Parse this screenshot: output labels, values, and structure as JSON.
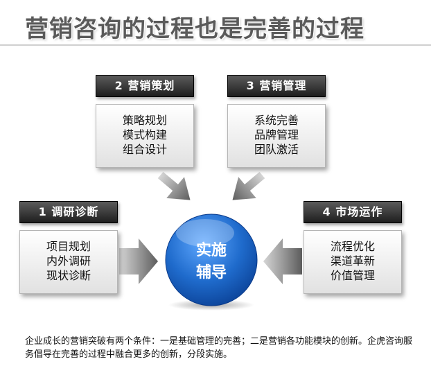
{
  "title": "营销咨询的过程也是完善的过程",
  "center": {
    "line1": "实施",
    "line2": "辅导"
  },
  "boxes": [
    {
      "header": "1 调研诊断",
      "items": [
        "项目规划",
        "内外调研",
        "现状诊断"
      ]
    },
    {
      "header": "2 营销策划",
      "items": [
        "策略规划",
        "模式构建",
        "组合设计"
      ]
    },
    {
      "header": "3 营销管理",
      "items": [
        "系统完善",
        "品牌管理",
        "团队激活"
      ]
    },
    {
      "header": "4 市场运作",
      "items": [
        "流程优化",
        "渠道革新",
        "价值管理"
      ]
    }
  ],
  "footer": "企业成长的营销突破有两个条件：一是基础管理的完善；二是营销各功能模块的创新。企虎咨询服务倡导在完善的过程中融合更多的创新，分段实施。",
  "colors": {
    "center_fill": "#1f6bcc",
    "center_dark": "#0a3f93",
    "header_dark": "#1e1e1e",
    "arrow": "#8a8a8a"
  }
}
